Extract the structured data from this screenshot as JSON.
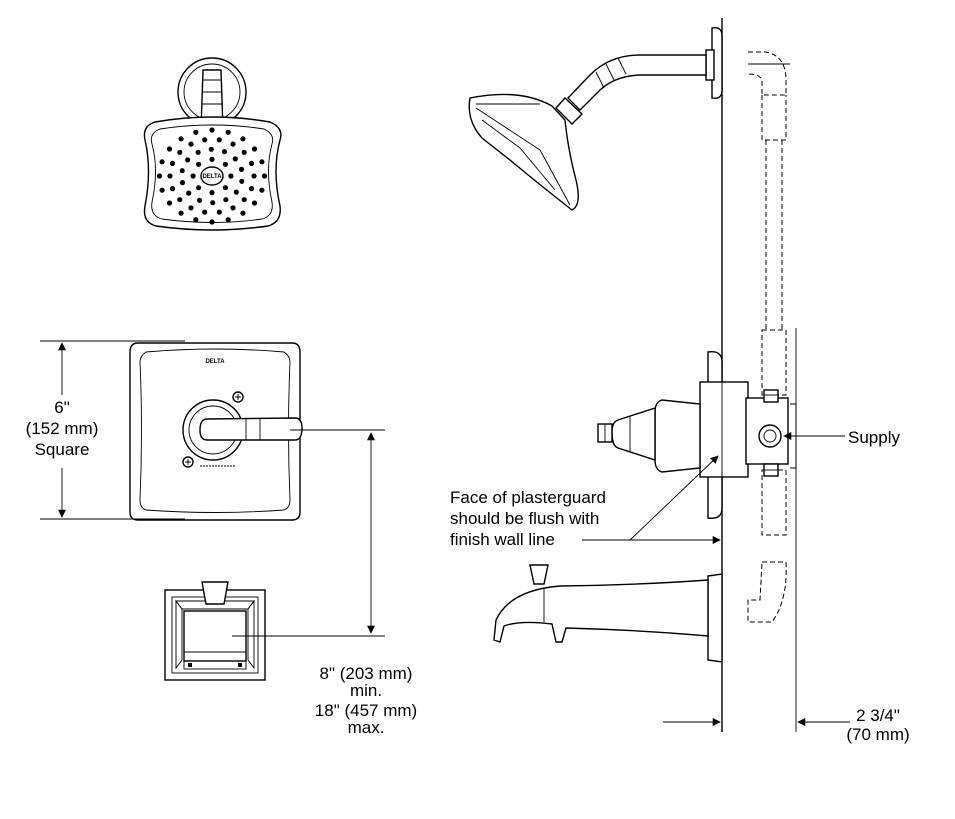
{
  "brand": "DELTA",
  "dimensions": {
    "trim_size_value": "6\"",
    "trim_size_metric": "(152 mm)",
    "trim_size_shape": "Square",
    "spout_distance_min_value": "8\" (203 mm)",
    "spout_distance_min_label": "min.",
    "spout_distance_max_value": "18\" (457 mm)",
    "spout_distance_max_label": "max.",
    "wall_depth_value": "2 3/4\"",
    "wall_depth_metric": "(70 mm)"
  },
  "callouts": {
    "supply": "Supply",
    "plasterguard_line1": "Face of plasterguard",
    "plasterguard_line2": "should be flush with",
    "plasterguard_line3": "finish wall line"
  },
  "colors": {
    "line": "#000000",
    "background": "#ffffff"
  }
}
